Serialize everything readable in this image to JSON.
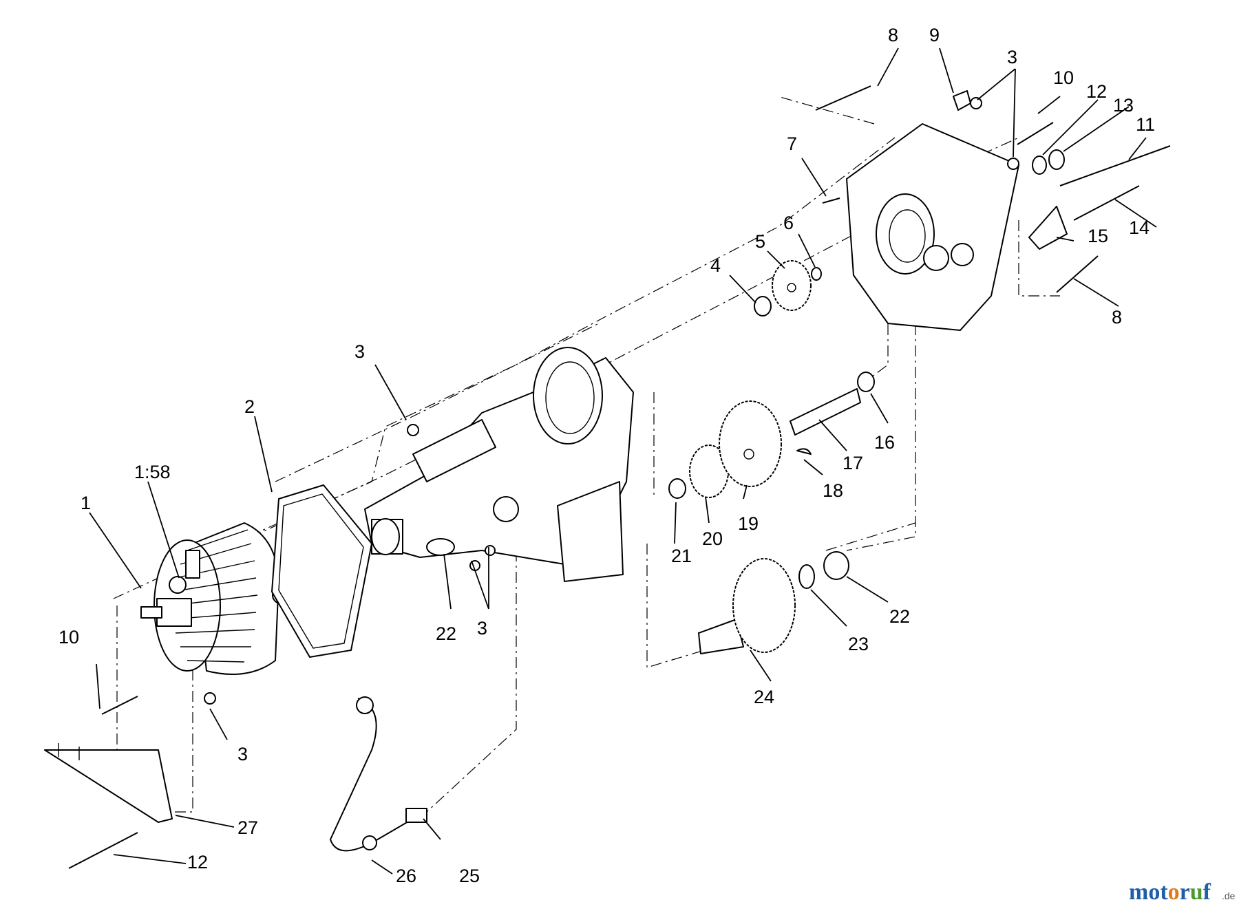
{
  "callouts": [
    {
      "id": "c1",
      "text": "1"
    },
    {
      "id": "c158",
      "text": "1:58"
    },
    {
      "id": "c2",
      "text": "2"
    },
    {
      "id": "c3a",
      "text": "3"
    },
    {
      "id": "c3b",
      "text": "3"
    },
    {
      "id": "c3c",
      "text": "3"
    },
    {
      "id": "c3d",
      "text": "3"
    },
    {
      "id": "c4",
      "text": "4"
    },
    {
      "id": "c5",
      "text": "5"
    },
    {
      "id": "c6",
      "text": "6"
    },
    {
      "id": "c7",
      "text": "7"
    },
    {
      "id": "c8a",
      "text": "8"
    },
    {
      "id": "c8b",
      "text": "8"
    },
    {
      "id": "c9",
      "text": "9"
    },
    {
      "id": "c10a",
      "text": "10"
    },
    {
      "id": "c10b",
      "text": "10"
    },
    {
      "id": "c11",
      "text": "11"
    },
    {
      "id": "c12a",
      "text": "12"
    },
    {
      "id": "c12b",
      "text": "12"
    },
    {
      "id": "c13",
      "text": "13"
    },
    {
      "id": "c14",
      "text": "14"
    },
    {
      "id": "c15",
      "text": "15"
    },
    {
      "id": "c16",
      "text": "16"
    },
    {
      "id": "c17",
      "text": "17"
    },
    {
      "id": "c18",
      "text": "18"
    },
    {
      "id": "c19",
      "text": "19"
    },
    {
      "id": "c20",
      "text": "20"
    },
    {
      "id": "c21",
      "text": "21"
    },
    {
      "id": "c22a",
      "text": "22"
    },
    {
      "id": "c22b",
      "text": "22"
    },
    {
      "id": "c23",
      "text": "23"
    },
    {
      "id": "c24",
      "text": "24"
    },
    {
      "id": "c25",
      "text": "25"
    },
    {
      "id": "c26",
      "text": "26"
    },
    {
      "id": "c27",
      "text": "27"
    }
  ],
  "watermark": {
    "letters": [
      {
        "ch": "m",
        "color": "#1f5fa8"
      },
      {
        "ch": "o",
        "color": "#1f5fa8"
      },
      {
        "ch": "t",
        "color": "#1f5fa8"
      },
      {
        "ch": "o",
        "color": "#e07a1a"
      },
      {
        "ch": "r",
        "color": "#1f5fa8"
      },
      {
        "ch": "u",
        "color": "#4a9a2a"
      },
      {
        "ch": "f",
        "color": "#1f5fa8"
      }
    ],
    "suffix": ".de"
  }
}
